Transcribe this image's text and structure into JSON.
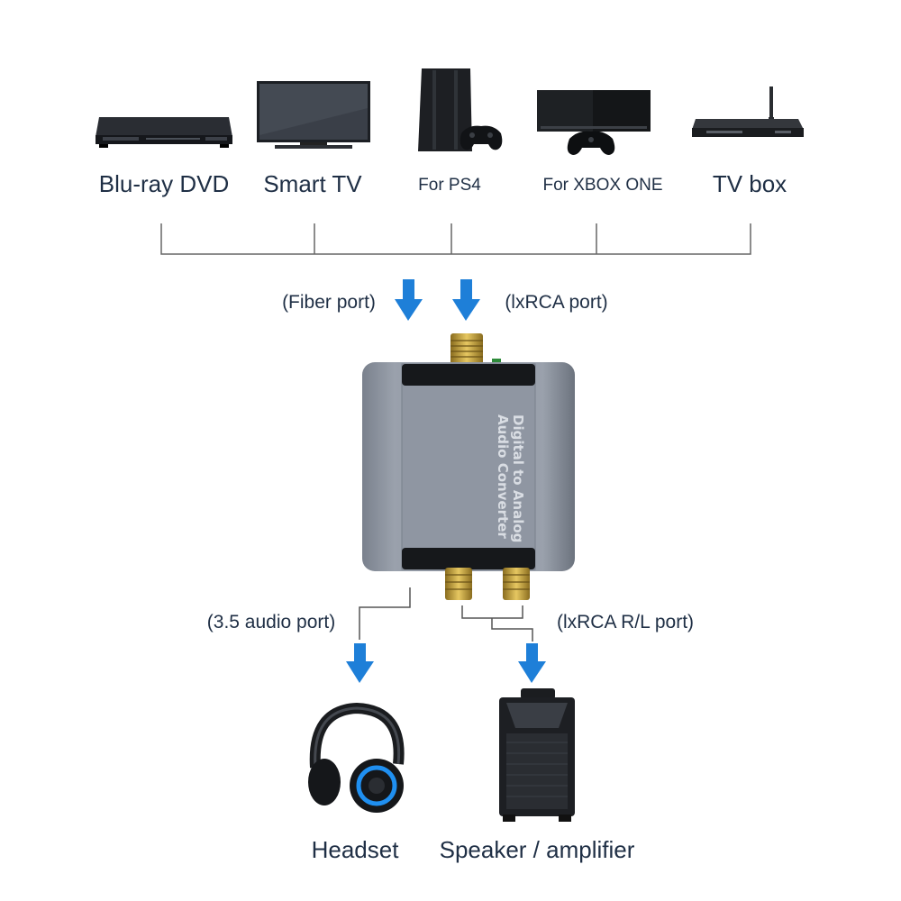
{
  "sources": [
    {
      "id": "bluray",
      "label": "Blu-ray DVD",
      "icon": "bluray-player-icon"
    },
    {
      "id": "tv",
      "label": "Smart TV",
      "icon": "smart-tv-icon"
    },
    {
      "id": "ps4",
      "label": "For PS4",
      "icon": "ps4-console-icon"
    },
    {
      "id": "xbox",
      "label": "For XBOX ONE",
      "icon": "xbox-one-console-icon"
    },
    {
      "id": "tvbox",
      "label": "TV box",
      "icon": "tv-box-icon"
    }
  ],
  "inputs": {
    "fiber": "(Fiber port)",
    "rca": "(lxRCA port)"
  },
  "converter": {
    "title_line1": "Digital to Analog",
    "title_line2": "Audio Converter",
    "icon": "dac-converter-icon"
  },
  "outputs": {
    "audio35": "(3.5 audio port)",
    "rca_rl": "(lxRCA R/L port)"
  },
  "targets": [
    {
      "id": "headset",
      "label": "Headset",
      "icon": "headset-icon"
    },
    {
      "id": "speaker",
      "label": "Speaker / amplifier",
      "icon": "speaker-icon"
    }
  ],
  "colors": {
    "arrow": "#1e7fd8",
    "line": "#555555",
    "text": "#1f2f45",
    "converter_body": "#8c939f"
  }
}
